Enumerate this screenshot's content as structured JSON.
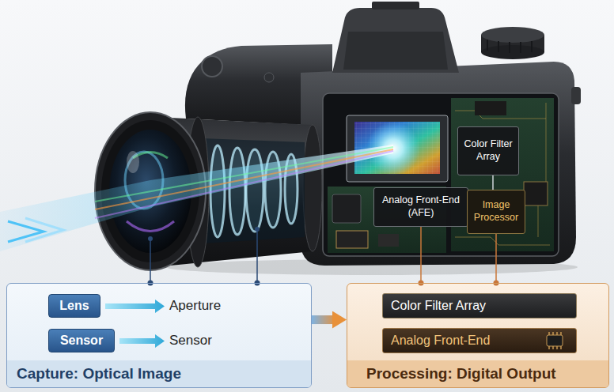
{
  "diagram": {
    "nodes": [
      {
        "text": [
          "Color Filter Array"
        ]
      },
      {
        "text": [
          "Analog Front-End (AFE)"
        ]
      },
      {
        "text": [
          "Image Processor"
        ]
      },
      {
        "text": [
          "Capture: Optical Image"
        ]
      },
      {
        "text": [
          "Lens"
        ],
        "in": 3
      },
      {
        "text": [
          "Sensor"
        ],
        "in": 3
      },
      {
        "text": [
          "Processing: Digital Output"
        ]
      },
      {
        "text": [
          "Color Filter Array"
        ],
        "in": 6
      },
      {
        "text": [
          "Analog Front-End"
        ],
        "in": 6
      }
    ],
    "edges": [
      {
        "from": 0,
        "to": 2,
        "arrow": "none"
      },
      {
        "from": 1,
        "to": 6,
        "arrow": "none"
      },
      {
        "from": 2,
        "to": 6,
        "arrow": "none"
      },
      {
        "from": 3,
        "to": 6,
        "arrow": "to"
      }
    ],
    "labels": [
      "Aperture",
      "Sensor"
    ]
  }
}
